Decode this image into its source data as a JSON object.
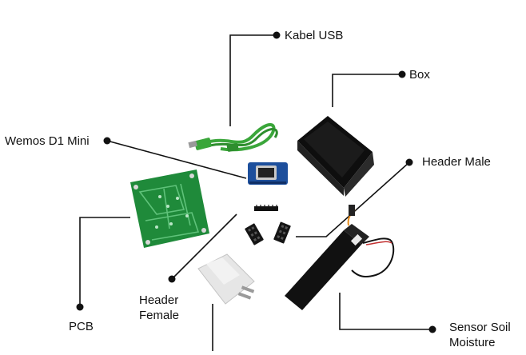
{
  "diagram": {
    "labels": {
      "kabel_usb": "Kabel USB",
      "box": "Box",
      "wemos": "Wemos D1 Mini",
      "header_male": "Header Male",
      "header_female_line1": "Header",
      "header_female_line2": "Female",
      "pcb": "PCB",
      "sensor_line1": "Sensor Soil",
      "sensor_line2": "Moisture"
    },
    "items": [
      "kabel-usb",
      "box",
      "wemos-d1-mini",
      "header-male",
      "header-female",
      "pcb",
      "usb-charger",
      "sensor-soil-moisture"
    ],
    "colors": {
      "line": "#111111",
      "cable": "#3aa63a",
      "pcb": "#1f8a3a",
      "box": "#1a1a1a",
      "charger": "#e6e6e6"
    }
  }
}
